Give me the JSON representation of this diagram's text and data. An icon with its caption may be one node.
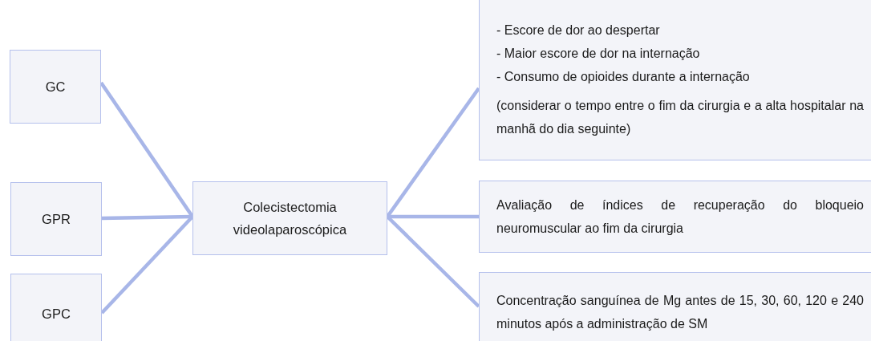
{
  "diagram": {
    "nodes": [
      {
        "text": [
          "GC"
        ]
      },
      {
        "text": [
          "GPR"
        ]
      },
      {
        "text": [
          "GPC"
        ]
      },
      {
        "text": [
          "Colecistectomia videolaparoscópica"
        ]
      },
      {
        "text": [
          "- Escore de dor ao despertar",
          "- Maior escore de dor na internação",
          "- Consumo de opioides durante a internação",
          "(considerar o tempo entre o fim da cirurgia e a alta hospitalar na manhã do dia seguinte)"
        ]
      },
      {
        "text": [
          "Avaliação de índices de recuperação do bloqueio neuromuscular ao fim da cirurgia"
        ]
      },
      {
        "text": [
          "Concentração sanguínea de Mg antes de 15, 30, 60, 120 e 240 minutos após a administração de SM"
        ]
      }
    ],
    "edges": [
      {
        "from": 0,
        "to": 3,
        "arrow": "none"
      },
      {
        "from": 1,
        "to": 3,
        "arrow": "none"
      },
      {
        "from": 2,
        "to": 3,
        "arrow": "none"
      },
      {
        "from": 3,
        "to": 4,
        "arrow": "none"
      },
      {
        "from": 3,
        "to": 5,
        "arrow": "none"
      },
      {
        "from": 3,
        "to": 6,
        "arrow": "none"
      }
    ]
  }
}
